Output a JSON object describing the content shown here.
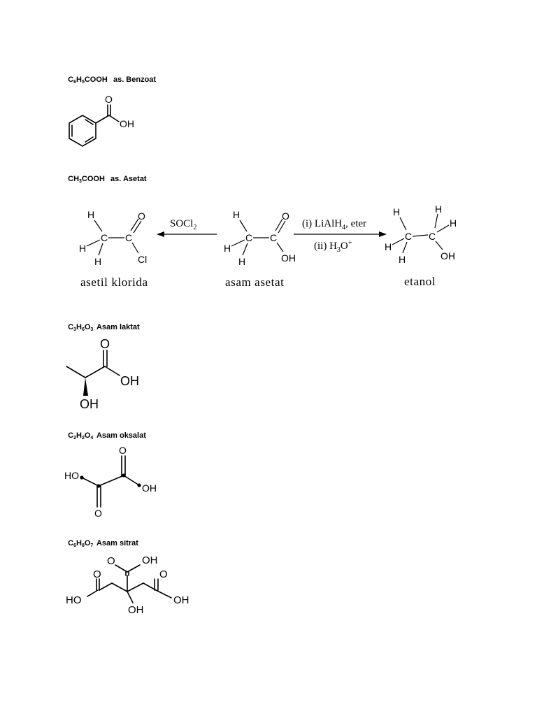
{
  "sections": [
    {
      "formula_parts": [
        [
          "C",
          ""
        ],
        [
          "6",
          "sub"
        ],
        [
          "H",
          ""
        ],
        [
          "5",
          "sub"
        ],
        [
          "COOH",
          ""
        ]
      ],
      "name": "  as. Benzoat"
    },
    {
      "formula_parts": [
        [
          "CH",
          ""
        ],
        [
          "3",
          "sub"
        ],
        [
          "COOH",
          ""
        ]
      ],
      "name": "  as. Asetat"
    },
    {
      "formula_parts": [
        [
          "C",
          ""
        ],
        [
          "3",
          "sub"
        ],
        [
          "H",
          ""
        ],
        [
          "6",
          "sub"
        ],
        [
          "O",
          ""
        ],
        [
          "3",
          "sub"
        ]
      ],
      "name": " Asam laktat"
    },
    {
      "formula_parts": [
        [
          "C",
          ""
        ],
        [
          "2",
          "sub"
        ],
        [
          "H",
          ""
        ],
        [
          "2",
          "sub"
        ],
        [
          "O",
          ""
        ],
        [
          "4",
          "sub"
        ]
      ],
      "name": " Asam oksalat"
    },
    {
      "formula_parts": [
        [
          "C",
          ""
        ],
        [
          "6",
          "sub"
        ],
        [
          "H",
          ""
        ],
        [
          "8",
          "sub"
        ],
        [
          "O",
          ""
        ],
        [
          "7",
          "sub"
        ]
      ],
      "name": " Asam sitrat"
    }
  ],
  "atoms": {
    "O": "O",
    "OH": "OH",
    "HO": "HO",
    "H": "H",
    "C": "C",
    "Cl": "Cl"
  },
  "reaction": {
    "left_reagent": "SOCl",
    "left_reagent_sub": "2",
    "right_reagent_line1_prefix": "(i) LiAlH",
    "right_reagent_line1_sub": "4",
    "right_reagent_line1_suffix": ", eter",
    "right_reagent_line2_prefix": "(ii) H",
    "right_reagent_line2_sub": "3",
    "right_reagent_line2_mid": "O",
    "right_reagent_line2_sup": "+",
    "product_left_label": "asetil klorida",
    "reactant_label": "asam asetat",
    "product_right_label": "etanol"
  }
}
